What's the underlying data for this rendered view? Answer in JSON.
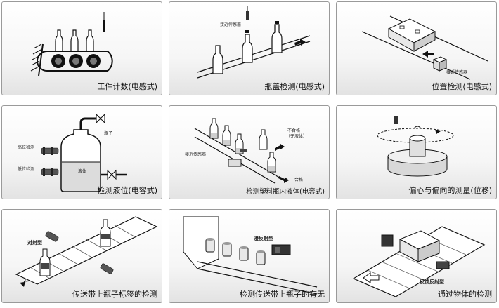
{
  "panels": [
    {
      "caption": "工件计数(电感式)"
    },
    {
      "caption": "瓶盖检测(电感式)",
      "labels": {
        "sensor": "接近传感器"
      }
    },
    {
      "caption": "位置检测(电感式)",
      "labels": {
        "sensor": "接近传感器"
      }
    },
    {
      "caption": "检测液位(电容式)",
      "labels": {
        "bottle": "瓶子",
        "high": "高位检测",
        "low": "低位检测",
        "liquid": "液体"
      }
    },
    {
      "caption": "检测塑料瓶内液体(电容式)",
      "labels": {
        "ng": "不合格",
        "ng_sub": "（无液体）",
        "sensor": "接近传感器",
        "ok": "合格"
      }
    },
    {
      "caption": "偏心与偏向的测量(位移)"
    },
    {
      "caption": "传送带上瓶子标签的检测",
      "labels": {
        "type": "对射型"
      }
    },
    {
      "caption": "检测传送带上瓶子的有无",
      "labels": {
        "type": "漫反射型"
      }
    },
    {
      "caption": "通过物体的检测",
      "labels": {
        "type": "反馈反射型"
      }
    }
  ]
}
